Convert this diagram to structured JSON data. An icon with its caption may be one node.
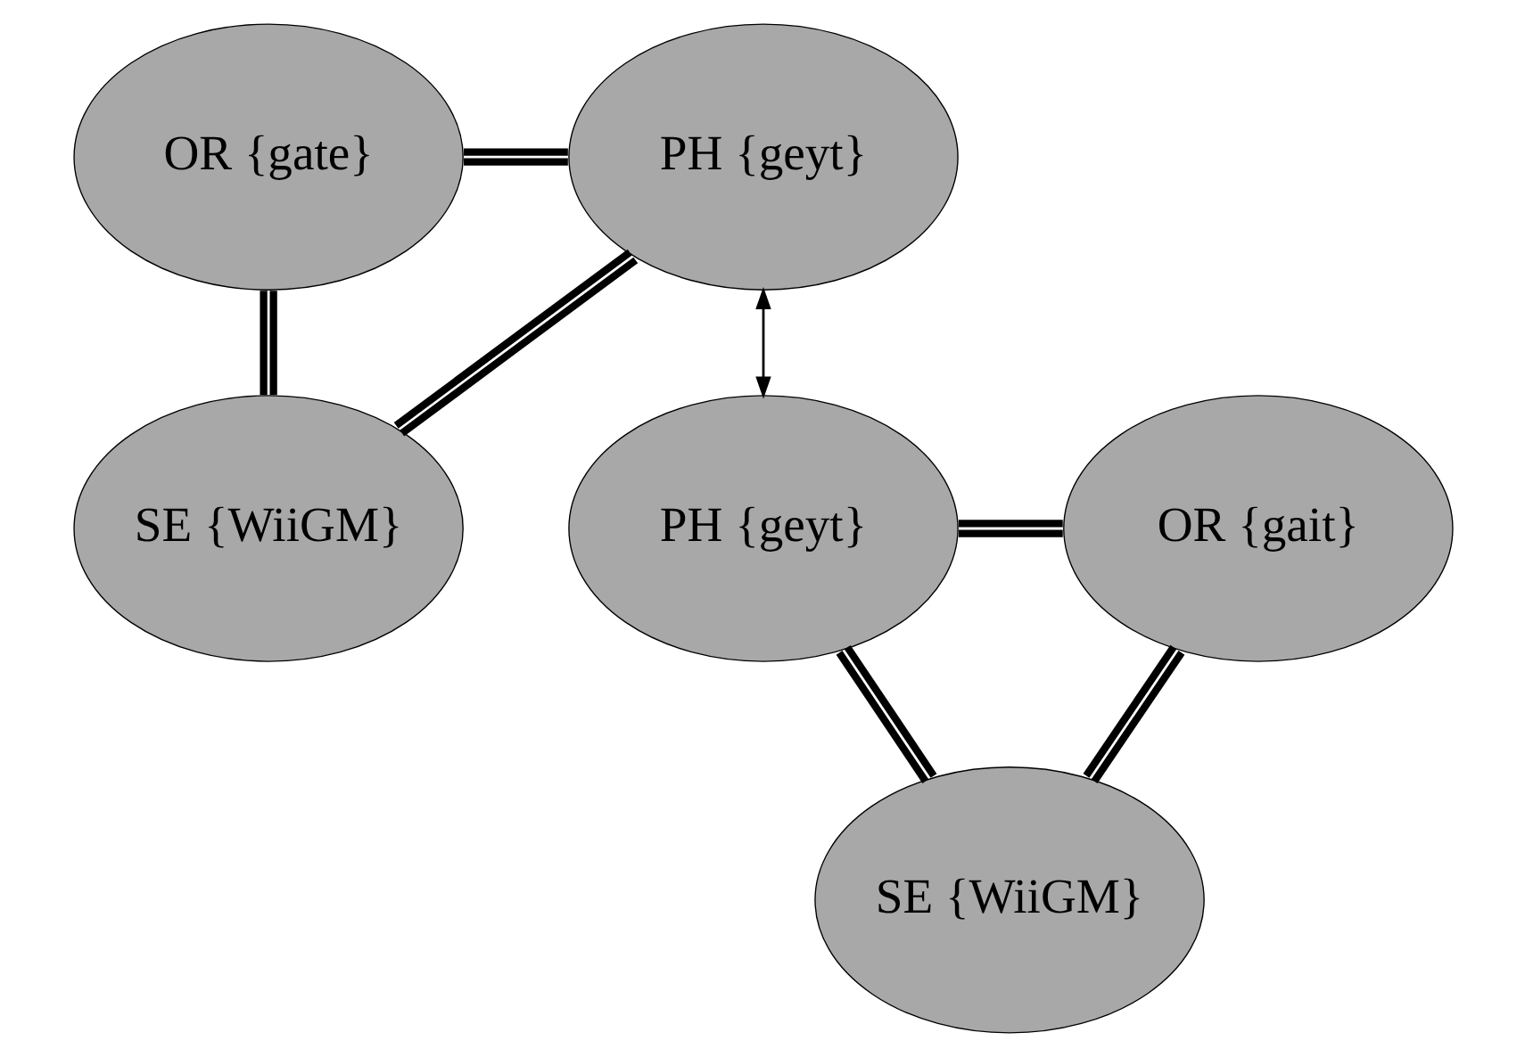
{
  "diagram": {
    "nodes": [
      {
        "text": [
          "OR {gate}"
        ]
      },
      {
        "text": [
          "PH {geyt}"
        ]
      },
      {
        "text": [
          "SE {WiiGM}"
        ]
      },
      {
        "text": [
          "PH {geyt}"
        ]
      },
      {
        "text": [
          "OR {gait}"
        ]
      },
      {
        "text": [
          "SE {WiiGM}"
        ]
      }
    ],
    "edges": [
      {
        "from": 0,
        "to": 1,
        "arrow": "none"
      },
      {
        "from": 0,
        "to": 2,
        "arrow": "none"
      },
      {
        "from": 1,
        "to": 2,
        "arrow": "none"
      },
      {
        "from": 1,
        "to": 3,
        "arrow": "both"
      },
      {
        "from": 3,
        "to": 4,
        "arrow": "none"
      },
      {
        "from": 3,
        "to": 5,
        "arrow": "none"
      },
      {
        "from": 4,
        "to": 5,
        "arrow": "none"
      }
    ]
  }
}
